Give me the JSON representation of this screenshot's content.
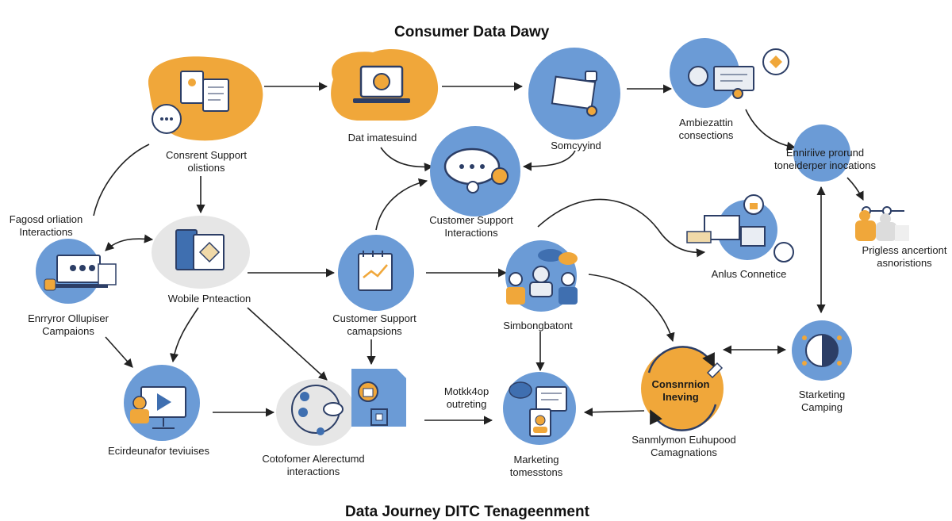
{
  "title": "Consumer Data Dawy",
  "footer_title": "Data Journey  DITC Tenageenment",
  "colors": {
    "blue": "#6b9bd6",
    "blue_dark": "#3f6fb0",
    "orange": "#f0a73a",
    "grey": "#e6e6e6",
    "line": "#222222",
    "navy": "#2c3e66"
  },
  "nodes": [
    {
      "id": "consent",
      "icon": "user-form-icon",
      "lines": [
        "Consrent Support",
        "olistions"
      ]
    },
    {
      "id": "data-management",
      "icon": "laptop-icon",
      "lines": [
        "Dat imatesuind"
      ]
    },
    {
      "id": "security",
      "icon": "keyboard-lock-icon",
      "lines": [
        "Somcyyind"
      ]
    },
    {
      "id": "ambiezation",
      "icon": "profile-chat-icon",
      "lines": [
        "Ambiezattin",
        "consections"
      ]
    },
    {
      "id": "customer-support-top",
      "icon": "chat-bubble-icon",
      "lines": [
        "Customer Support",
        "Interactions"
      ]
    },
    {
      "id": "enrichive",
      "icon": "blue-circle-icon",
      "lines": [
        "Enniriive prorund",
        "toneiderper inocations"
      ]
    },
    {
      "id": "fagosd",
      "icon": "none",
      "lines": [
        "Fagosd orliation",
        "Interactions"
      ]
    },
    {
      "id": "enrypror",
      "icon": "presentation-laptop-icon",
      "lines": [
        "Enrryror Ollupiser",
        "Campaions"
      ]
    },
    {
      "id": "mobile",
      "icon": "tablet-document-icon",
      "lines": [
        "Wobile Pnteaction"
      ]
    },
    {
      "id": "customer-support-mid",
      "icon": "notepad-chart-icon",
      "lines": [
        "Customer Support",
        "camapsions"
      ]
    },
    {
      "id": "simbongbat",
      "icon": "team-icon",
      "lines": [
        "Simbongbatont"
      ]
    },
    {
      "id": "anlus",
      "icon": "dashboard-icon",
      "lines": [
        "Anlus Connetice"
      ]
    },
    {
      "id": "prigless",
      "icon": "people-slider-icon",
      "lines": [
        "Prigless ancertiont",
        "asnoristions"
      ]
    },
    {
      "id": "starketing",
      "icon": "target-icon",
      "lines": [
        "Starketing",
        "Camping"
      ]
    },
    {
      "id": "conversion",
      "icon": "conversion-cycle-icon",
      "lines": [
        "Sanmlymon Euhupood",
        "Camagnations"
      ]
    },
    {
      "id": "education",
      "icon": "video-presenter-icon",
      "lines": [
        "Ecirdeunafor teviuises"
      ]
    },
    {
      "id": "cotofomer",
      "icon": "cloud-network-icon",
      "lines": [
        "Cotofomer Alerectumd",
        "interactions"
      ]
    },
    {
      "id": "marketing",
      "icon": "documents-person-icon",
      "lines": [
        "Marketing",
        "tomesstons"
      ]
    },
    {
      "id": "moduktop",
      "icon": "none",
      "lines": [
        "Motkk4op",
        "outreting"
      ]
    }
  ],
  "inner": {
    "conversion": [
      "Consnrnion",
      "Ineving"
    ]
  }
}
